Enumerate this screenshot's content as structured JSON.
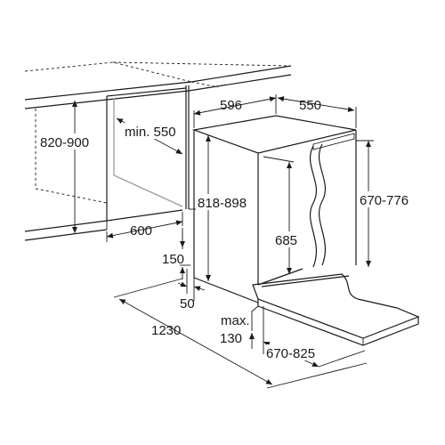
{
  "dimensions": {
    "niche_height": "820-900",
    "niche_depth_min": "min. 550",
    "niche_depth": "600",
    "width": "596",
    "depth": "550",
    "appliance_height": "818-898",
    "door_height": "685",
    "inner_height": "670-776",
    "plinth_height": "150",
    "plinth_gap": "50",
    "overall_depth_open": "1230",
    "max_plinth_label": "max.",
    "max_plinth_value": "130",
    "door_swing": "670-825"
  }
}
